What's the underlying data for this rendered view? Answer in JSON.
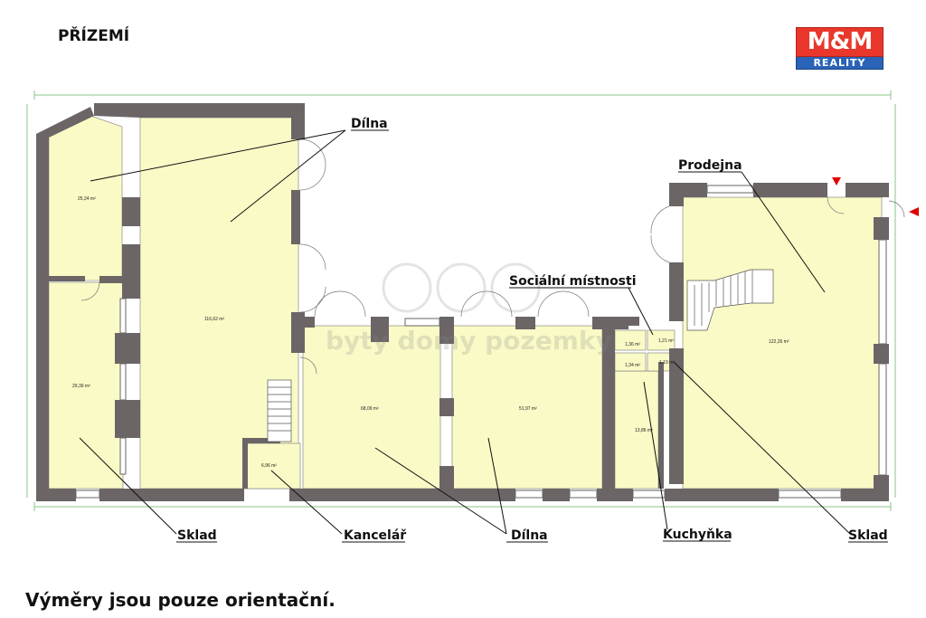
{
  "title": "PŘÍZEMÍ",
  "footer_note": "Výměry jsou pouze orientační.",
  "logo": {
    "top_text": "M&M",
    "bottom_text": "REALITY",
    "colors": {
      "red": "#e9372b",
      "blue": "#2a63b8"
    }
  },
  "watermark": "byty domy pozemky",
  "colors": {
    "floor": "#fafac6",
    "wall": "#6b6566",
    "label_line": "#111111",
    "dimension": "#8ac48a",
    "marker": "#e00000"
  },
  "labels": {
    "dilna_top": "Dílna",
    "prodejna": "Prodejna",
    "socialni": "Sociální místnosti",
    "sklad_left": "Sklad",
    "kancelar": "Kancelář",
    "dilna_bottom": "Dílna",
    "kuchynka": "Kuchyňka",
    "sklad_right": "Sklad"
  },
  "areas": {
    "a1": "25,24 m²",
    "a2": "29,39 m²",
    "a3": "116,62 m²",
    "a4": "6,96 m²",
    "a5": "68,09 m²",
    "a6": "51,97 m²",
    "a7": "1,36 m²",
    "a8": "1,21 m²",
    "a9": "1,34 m²",
    "a10": "1,19 m²",
    "a11": "13,86 m²",
    "a12": "122,26 m²"
  }
}
